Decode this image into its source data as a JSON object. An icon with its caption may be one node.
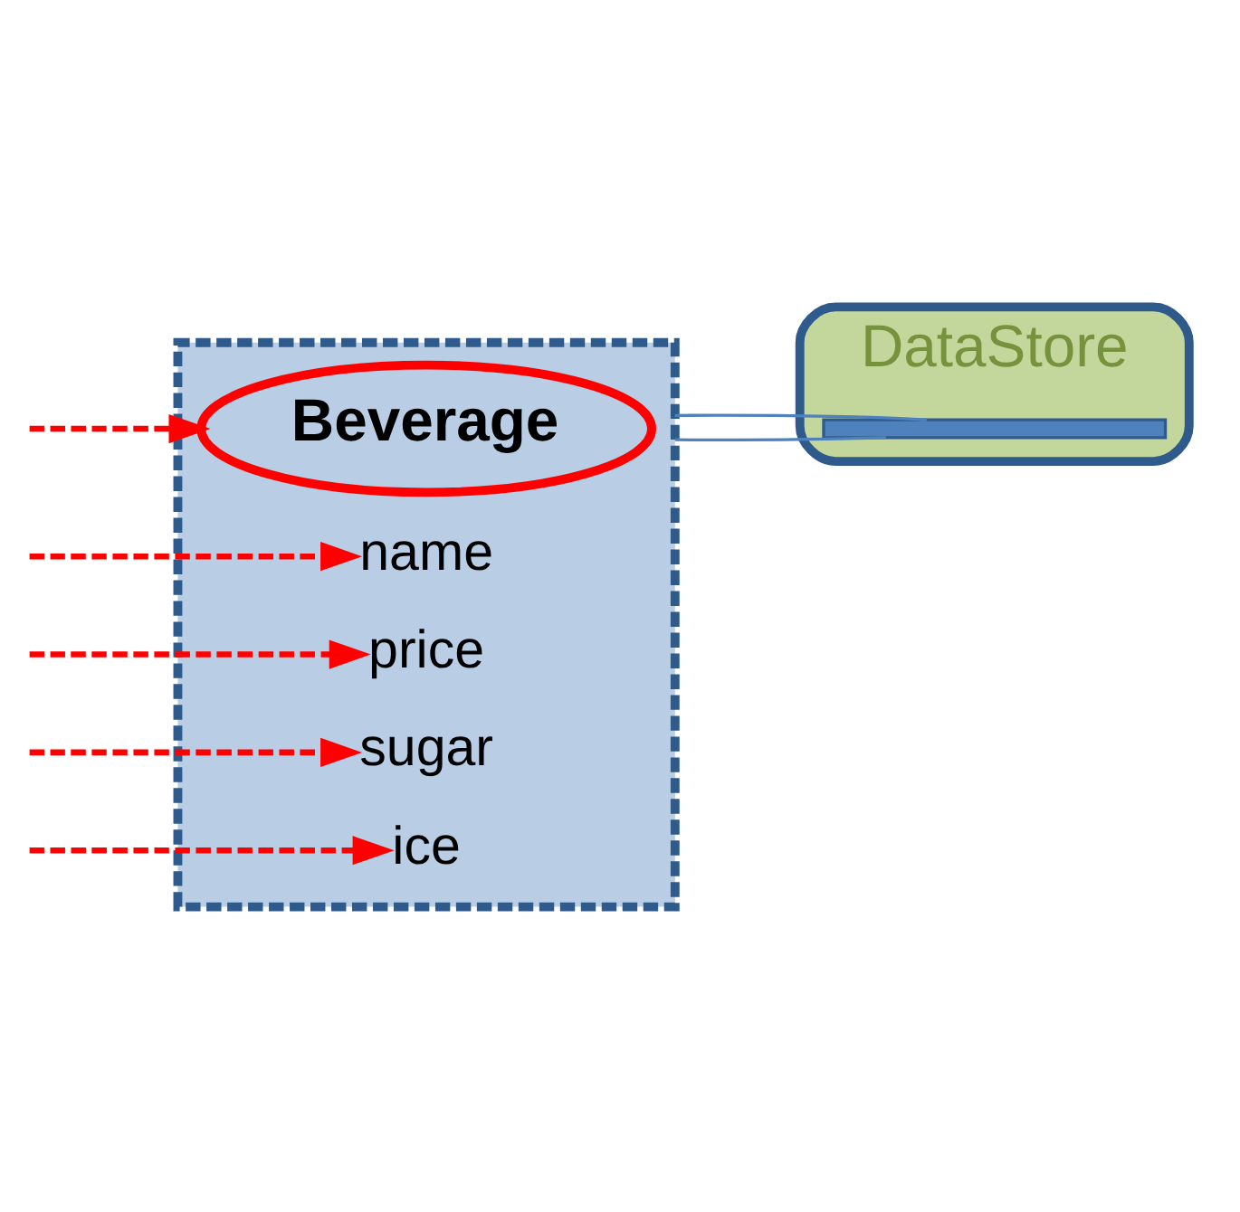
{
  "diagram": {
    "nodes": [
      {
        "text": [],
        "shape": "box"
      },
      {
        "text": [
          "Beverage"
        ],
        "in": 0
      },
      {
        "text": [
          "name"
        ],
        "in": 0
      },
      {
        "text": [
          "price"
        ],
        "in": 0
      },
      {
        "text": [
          "sugar"
        ],
        "in": 0
      },
      {
        "text": [
          "ice"
        ],
        "in": 0
      },
      {
        "text": [
          "DataStore"
        ]
      },
      {
        "text": [],
        "shape": "bar",
        "in": 6
      }
    ],
    "edges": [
      {
        "from": null,
        "to": 1,
        "arrow": "to",
        "style": "dashed",
        "color": "#ff0000"
      },
      {
        "from": null,
        "to": 2,
        "arrow": "to",
        "style": "dashed",
        "color": "#ff0000"
      },
      {
        "from": null,
        "to": 3,
        "arrow": "to",
        "style": "dashed",
        "color": "#ff0000"
      },
      {
        "from": null,
        "to": 4,
        "arrow": "to",
        "style": "dashed",
        "color": "#ff0000"
      },
      {
        "from": null,
        "to": 5,
        "arrow": "to",
        "style": "dashed",
        "color": "#ff0000"
      },
      {
        "from": 0,
        "to": 7,
        "arrow": "none",
        "color": "#4f81bd"
      },
      {
        "from": 0,
        "to": 7,
        "arrow": "none",
        "color": "#4f81bd"
      }
    ]
  }
}
